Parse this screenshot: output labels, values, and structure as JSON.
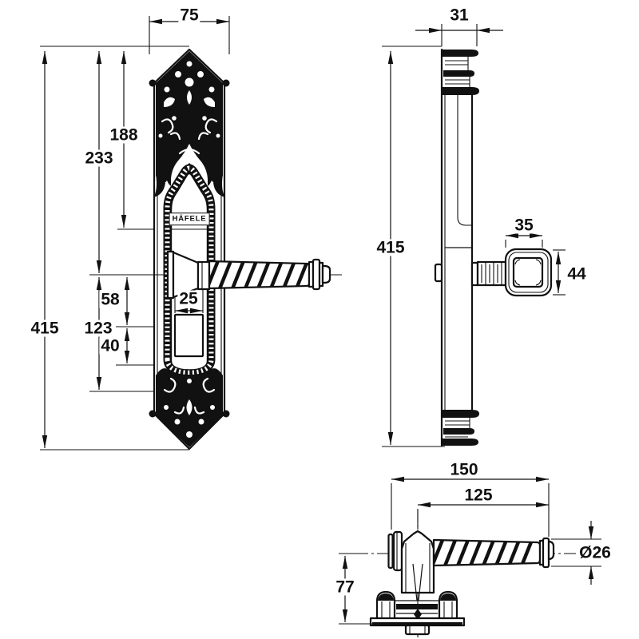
{
  "brand": "HÄFELE",
  "front": {
    "plate_width": "75",
    "top_to_lever_mount": "188",
    "top_to_handle_center": "233",
    "total_height": "415",
    "center_to_keyhole": "58",
    "center_to_cutout_bottom": "123",
    "keyhole_height": "40",
    "keyhole_width": "25"
  },
  "side": {
    "plate_depth": "31",
    "total_height": "415",
    "knob_width": "35",
    "knob_height": "44"
  },
  "top": {
    "overall_length": "150",
    "center_to_lever_end": "125",
    "lever_diameter": "Ø26",
    "projection_height": "77"
  }
}
